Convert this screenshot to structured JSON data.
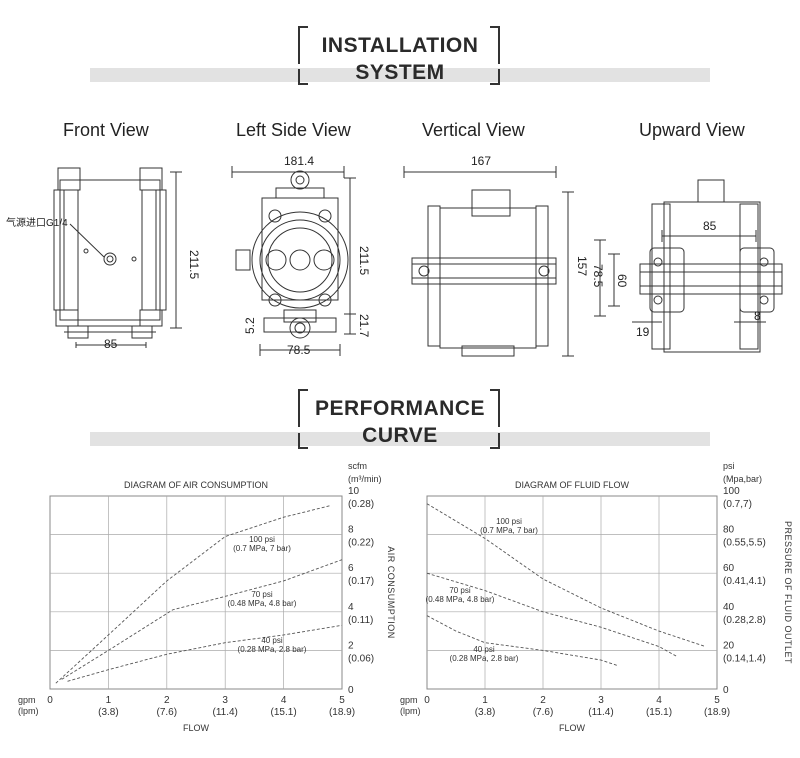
{
  "installation": {
    "title_line1": "INSTALLATION",
    "title_line2": "SYSTEM"
  },
  "views": {
    "front": {
      "title": "Front View",
      "port_label": "气源进口G1/4",
      "dim_height": "211.5",
      "dim_width": "85"
    },
    "left": {
      "title": "Left Side View",
      "dim_top": "181.4",
      "dim_height": "211.5",
      "dim_base": "21.7",
      "dim_left": "5.2",
      "dim_bottom": "78.5"
    },
    "vertical": {
      "title": "Vertical View",
      "dim_top": "167",
      "dim_right": "157"
    },
    "upward": {
      "title": "Upward View",
      "dim_width": "85",
      "dim_outer": "78.5",
      "dim_inner": "60",
      "dim_left": "19",
      "dim_right": "8"
    }
  },
  "performance": {
    "title_line1": "PERFORMANCE",
    "title_line2": "CURVE"
  },
  "chart_data": [
    {
      "type": "line",
      "title": "DIAGRAM OF AIR CONSUMPTION",
      "xlabel": "FLOW",
      "ylabel": "AIR CONSUMPTION",
      "x_unit_label": "gpm\n(lpm)",
      "x_ticks": [
        {
          "v": 0,
          "l1": "0",
          "l2": ""
        },
        {
          "v": 1,
          "l1": "1",
          "l2": "(3.8)"
        },
        {
          "v": 2,
          "l1": "2",
          "l2": "(7.6)"
        },
        {
          "v": 3,
          "l1": "3",
          "l2": "(11.4)"
        },
        {
          "v": 4,
          "l1": "4",
          "l2": "(15.1)"
        },
        {
          "v": 5,
          "l1": "5",
          "l2": "(18.9)"
        }
      ],
      "y_unit_label_1": "scfm",
      "y_unit_label_2": "(m³/min)",
      "y_ticks": [
        {
          "v": 0,
          "l1": "0",
          "l2": ""
        },
        {
          "v": 2,
          "l1": "2",
          "l2": "(0.06)"
        },
        {
          "v": 4,
          "l1": "4",
          "l2": "(0.11)"
        },
        {
          "v": 6,
          "l1": "6",
          "l2": "(0.17)"
        },
        {
          "v": 8,
          "l1": "8",
          "l2": "(0.22)"
        },
        {
          "v": 10,
          "l1": "10",
          "l2": "(0.28)"
        }
      ],
      "xlim": [
        0,
        5
      ],
      "ylim": [
        0,
        10
      ],
      "series": [
        {
          "name": "100 psi",
          "sub": "(0.7 MPa, 7 bar)",
          "x": [
            0.1,
            1.0,
            2.0,
            3.0,
            4.0,
            4.8
          ],
          "y": [
            0.3,
            2.8,
            5.6,
            7.9,
            8.9,
            9.5
          ]
        },
        {
          "name": "70 psi",
          "sub": "(0.48 MPa, 4.8 bar)",
          "x": [
            0.2,
            1.0,
            2.1,
            3.0,
            4.0,
            5.0
          ],
          "y": [
            0.5,
            2.0,
            4.1,
            4.8,
            5.6,
            6.7
          ]
        },
        {
          "name": "40 psi",
          "sub": "(0.28 MPa, 2.8 bar)",
          "x": [
            0.3,
            1.0,
            2.0,
            3.0,
            4.0,
            5.0
          ],
          "y": [
            0.4,
            1.0,
            1.8,
            2.4,
            2.8,
            3.3
          ]
        }
      ],
      "grid": true
    },
    {
      "type": "line",
      "title": "DIAGRAM OF FLUID FLOW",
      "xlabel": "FLOW",
      "ylabel": "PRESSURE OF FLUID OUTLET",
      "x_unit_label": "gpm\n(lpm)",
      "x_ticks": [
        {
          "v": 0,
          "l1": "0",
          "l2": ""
        },
        {
          "v": 1,
          "l1": "1",
          "l2": "(3.8)"
        },
        {
          "v": 2,
          "l1": "2",
          "l2": "(7.6)"
        },
        {
          "v": 3,
          "l1": "3",
          "l2": "(11.4)"
        },
        {
          "v": 4,
          "l1": "4",
          "l2": "(15.1)"
        },
        {
          "v": 5,
          "l1": "5",
          "l2": "(18.9)"
        }
      ],
      "y_unit_label_1": "psi",
      "y_unit_label_2": "(Mpa,bar)",
      "y_ticks": [
        {
          "v": 0,
          "l1": "0",
          "l2": ""
        },
        {
          "v": 20,
          "l1": "20",
          "l2": "(0.14,1.4)"
        },
        {
          "v": 40,
          "l1": "40",
          "l2": "(0.28,2.8)"
        },
        {
          "v": 60,
          "l1": "60",
          "l2": "(0.41,4.1)"
        },
        {
          "v": 80,
          "l1": "80",
          "l2": "(0.55,5.5)"
        },
        {
          "v": 100,
          "l1": "100",
          "l2": "(0.7,7)"
        }
      ],
      "xlim": [
        0,
        5
      ],
      "ylim": [
        0,
        100
      ],
      "series": [
        {
          "name": "100 psi",
          "sub": "(0.7 MPa, 7 bar)",
          "x": [
            0.0,
            1.0,
            2.0,
            3.0,
            4.0,
            4.8
          ],
          "y": [
            96,
            78,
            57,
            42,
            30,
            22
          ]
        },
        {
          "name": "70 psi",
          "sub": "(0.48 MPa, 4.8 bar)",
          "x": [
            0.0,
            1.0,
            2.0,
            3.0,
            4.0,
            4.3
          ],
          "y": [
            60,
            51,
            40,
            32,
            22,
            17
          ]
        },
        {
          "name": "40 psi",
          "sub": "(0.28 MPa, 2.8 bar)",
          "x": [
            0.0,
            0.5,
            1.0,
            2.0,
            3.0,
            3.3
          ],
          "y": [
            38,
            30,
            24,
            20,
            15,
            12
          ]
        }
      ],
      "grid": true
    }
  ]
}
